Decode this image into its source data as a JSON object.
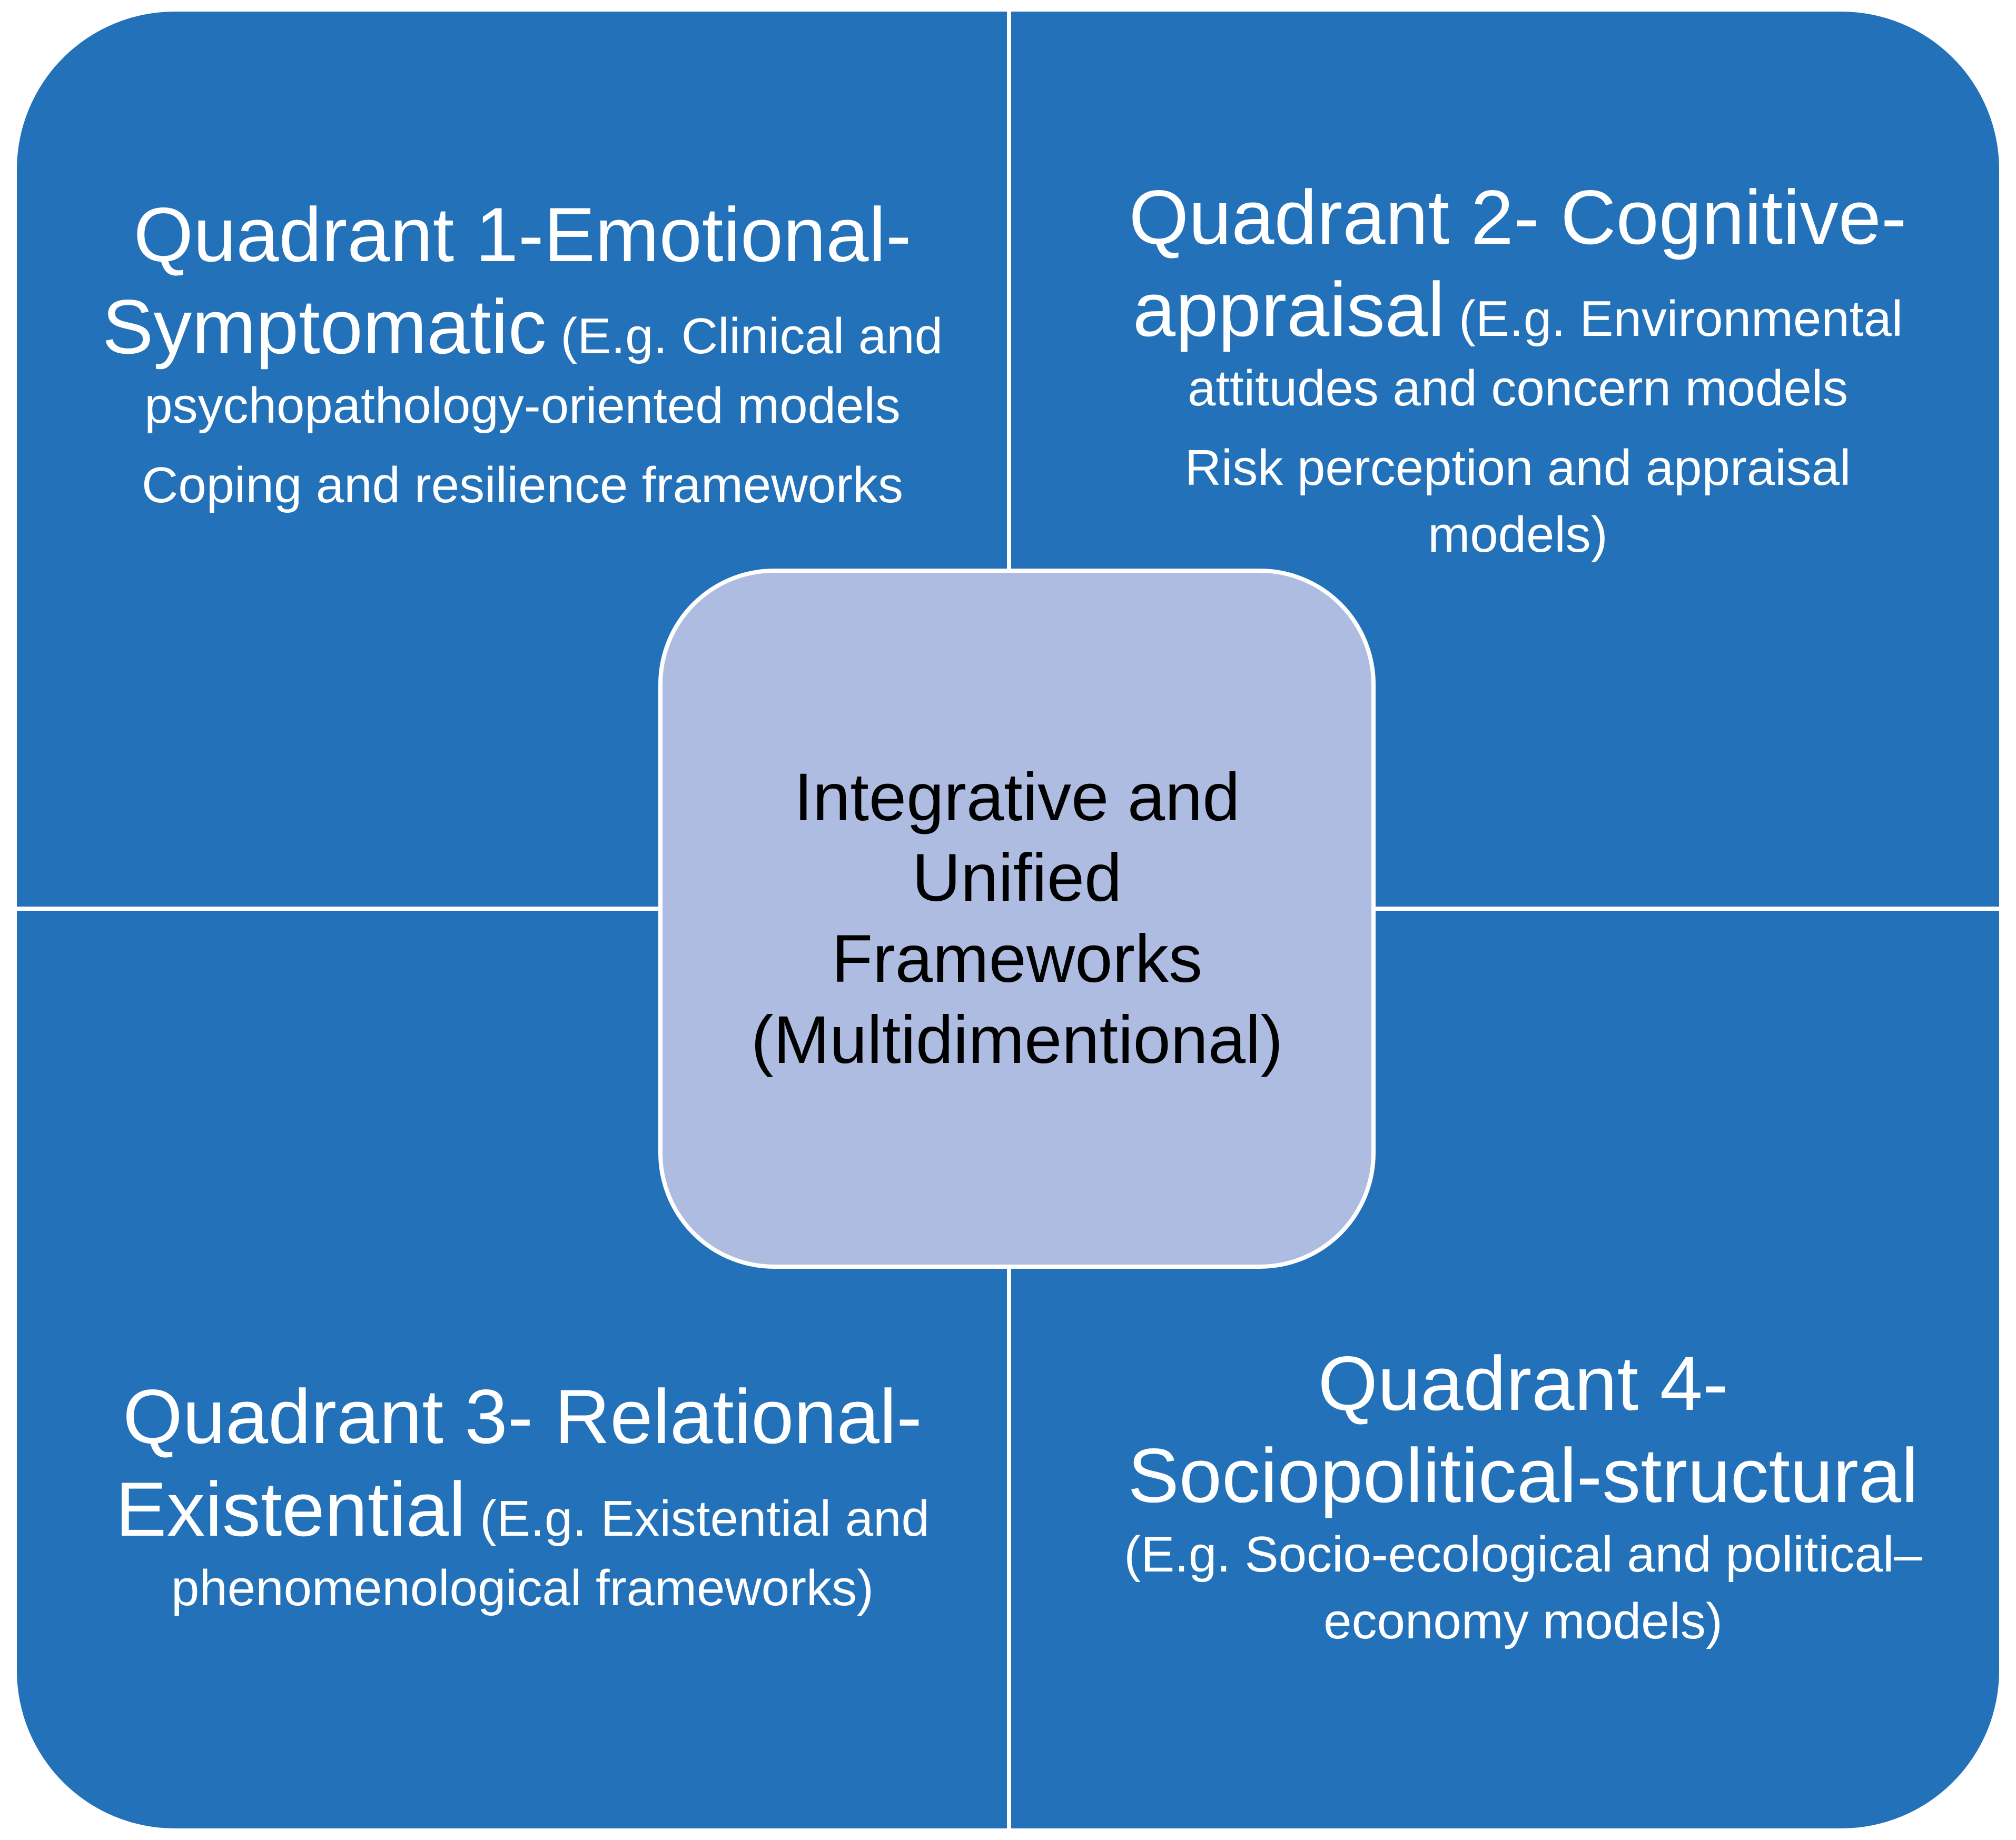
{
  "center": {
    "lines": [
      "Integrative and",
      "Unified",
      "Frameworks",
      "(Multidimentional)"
    ]
  },
  "quadrants": [
    {
      "title_lines": [
        "Quadrant 1-Emotional-",
        "Symptomatic"
      ],
      "desc_inline": " (E.g. Clinical and",
      "desc_lines": [
        "psychopathology-oriented models"
      ],
      "extra_lines": [
        "Coping and resilience frameworks"
      ]
    },
    {
      "title_lines": [
        "Quadrant 2- Cognitive-",
        "appraisal"
      ],
      "desc_inline": " (E.g. Environmental",
      "desc_lines": [
        "attitudes and concern models"
      ],
      "extra_lines": [
        "Risk perception and appraisal",
        "models)"
      ]
    },
    {
      "title_lines": [
        "Quadrant 3- Relational-",
        "Existential"
      ],
      "desc_inline": " (E.g. Existential and",
      "desc_lines": [
        "phenomenological frameworks)"
      ],
      "extra_lines": []
    },
    {
      "title_lines": [
        "Quadrant 4-",
        "Sociopolitical-structural"
      ],
      "desc_inline": "",
      "desc_lines": [
        "(E.g. Socio-ecological and political–",
        "economy models)"
      ],
      "extra_lines": []
    }
  ],
  "colors": {
    "quadrant_fill": "#2371b8",
    "center_fill": "#adbce0",
    "divider": "#ffffff",
    "quadrant_text": "#ffffff",
    "center_text": "#000000"
  }
}
